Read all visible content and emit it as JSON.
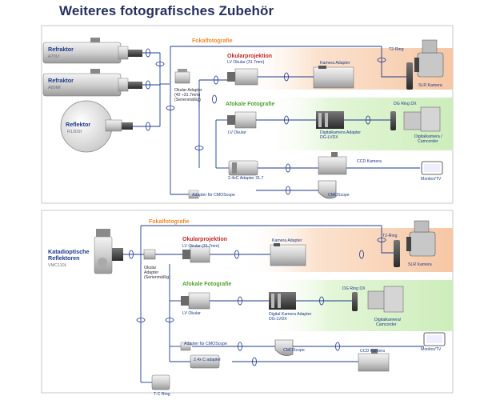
{
  "title": "Weiteres fotografisches Zubehör",
  "colors": {
    "line": "#1d3a8a",
    "orange_label": "#f08a2a",
    "red_label": "#c0282a",
    "green_label": "#52a232",
    "orange_band": "#f7d0b2",
    "green_band": "#d4efc4"
  },
  "top": {
    "telescopes": [
      {
        "name": "Refraktor",
        "model": "A70Lf"
      },
      {
        "name": "Refraktor",
        "model": "A80Mf"
      },
      {
        "name": "Reflektor",
        "model": "R130Sf"
      }
    ],
    "fokalfotografie": "Fokalfotografie",
    "okularprojektion": "Okularprojektion",
    "lv_okular_31": "LV Okular (31.7mm)",
    "kamera_adapter": "Kamera Adapter",
    "t2_ring": "T2-Ring",
    "slr_kamera": "SLR Kamera",
    "okular_adapter_l1": "Okular Adapter",
    "okular_adapter_l2": "(42 ÷31.7mm)",
    "okular_adapter_l3": "(Serienmäßig)",
    "afokale_fotografie": "Afokale Fotografie",
    "lv_okular": "LV Okular",
    "dg_ring_dx": "DG Ring DX",
    "digitalkamera_adapter_l1": "Digitalkamera Adapter",
    "digitalkamera_adapter_l2": "DG-LVDX",
    "digitalkamera_l1": "Digitalkamera /",
    "digitalkamera_l2": "Camcorder",
    "ccd_kamera": "CCD Kamera",
    "adapter_24x": "2.4xC Adapter 31.7",
    "monitor": "Monitor/TV",
    "adapter_cmos": "Adapter für CMOScope",
    "cmoscope": "CMOScope"
  },
  "bottom": {
    "fokalfotografie": "Fokalfotografie",
    "telescope_l1": "Katadioptische",
    "telescope_l2": "Reflektoren",
    "telescope_model": "VMC110L",
    "okular_adapter_l1": "Okular",
    "okular_adapter_l2": "Adapter",
    "okular_adapter_l3": "(Serienmäßig)",
    "okularprojektion": "Okularprojektion",
    "lv_okular_31": "LV Okular (31.7mm)",
    "kamera_adapter": "Kamera Adapter",
    "t2_ring": "T2-Ring",
    "slr_kamera": "SLR Kamera",
    "afokale_fotografie": "Afokale Fotografie",
    "lv_okular": "LV Okular",
    "dg_ring_dx": "DG Ring DX",
    "digital_kamera_adapter_l1": "Digital Kamera Adapter",
    "digital_kamera_adapter_l2": "DG-LVDX",
    "digitalkamera_l1": "Digitalkamera/",
    "digitalkamera_l2": "Camcorder",
    "adapter_cmos": "Adapter für CMOScope",
    "cmoscope": "CMOScope",
    "monitor": "Monitor/TV",
    "ccd_kamera": "CCD Kamera",
    "adapter_24c": "2.4x C adapter",
    "tc_ring": "T-C Ring"
  }
}
